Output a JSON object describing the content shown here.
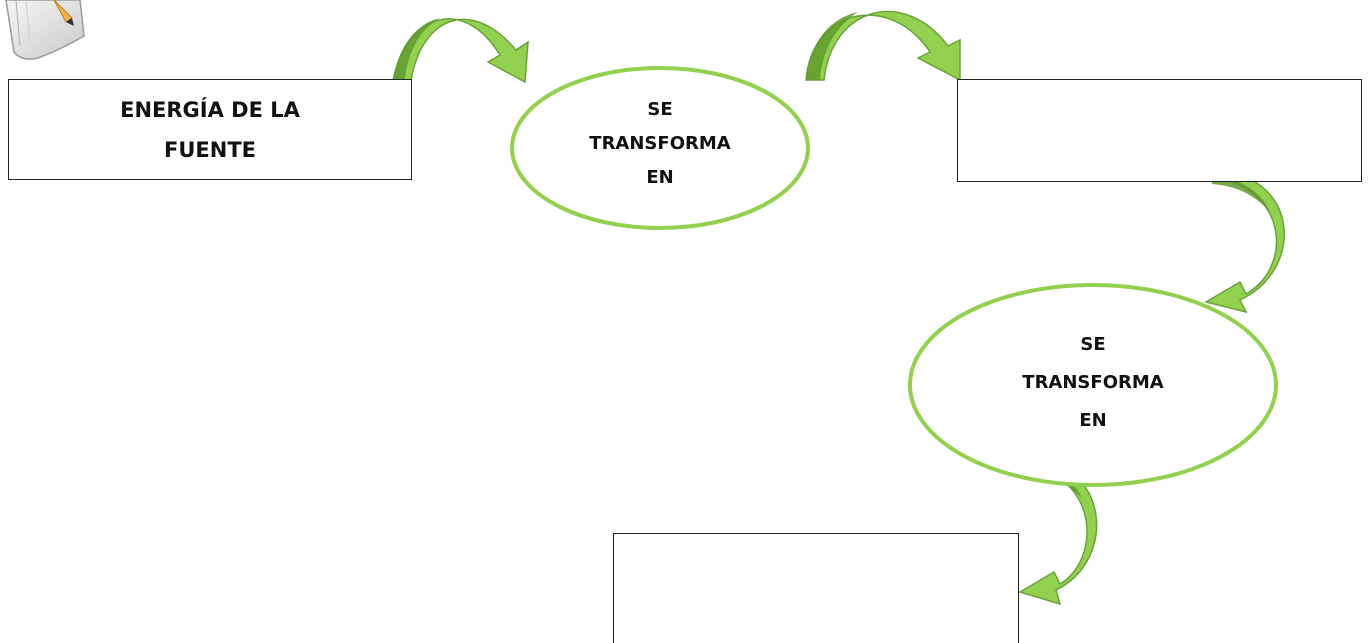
{
  "colors": {
    "arrow_light": "#92d050",
    "arrow_dark": "#5f9a2e",
    "ellipse_stroke": "#92d050",
    "box_border": "#222222"
  },
  "boxes": {
    "source_energy": {
      "line1": "ENERGÍA DE LA",
      "line2": "FUENTE"
    },
    "result_1": {
      "text": ""
    },
    "result_2": {
      "text": ""
    }
  },
  "transform_nodes": [
    {
      "line1": "SE",
      "line2": "TRANSFORMA",
      "line3": "EN"
    },
    {
      "line1": "SE",
      "line2": "TRANSFORMA",
      "line3": "EN"
    }
  ],
  "icons": {
    "logo": "notepad-pencil-icon"
  }
}
